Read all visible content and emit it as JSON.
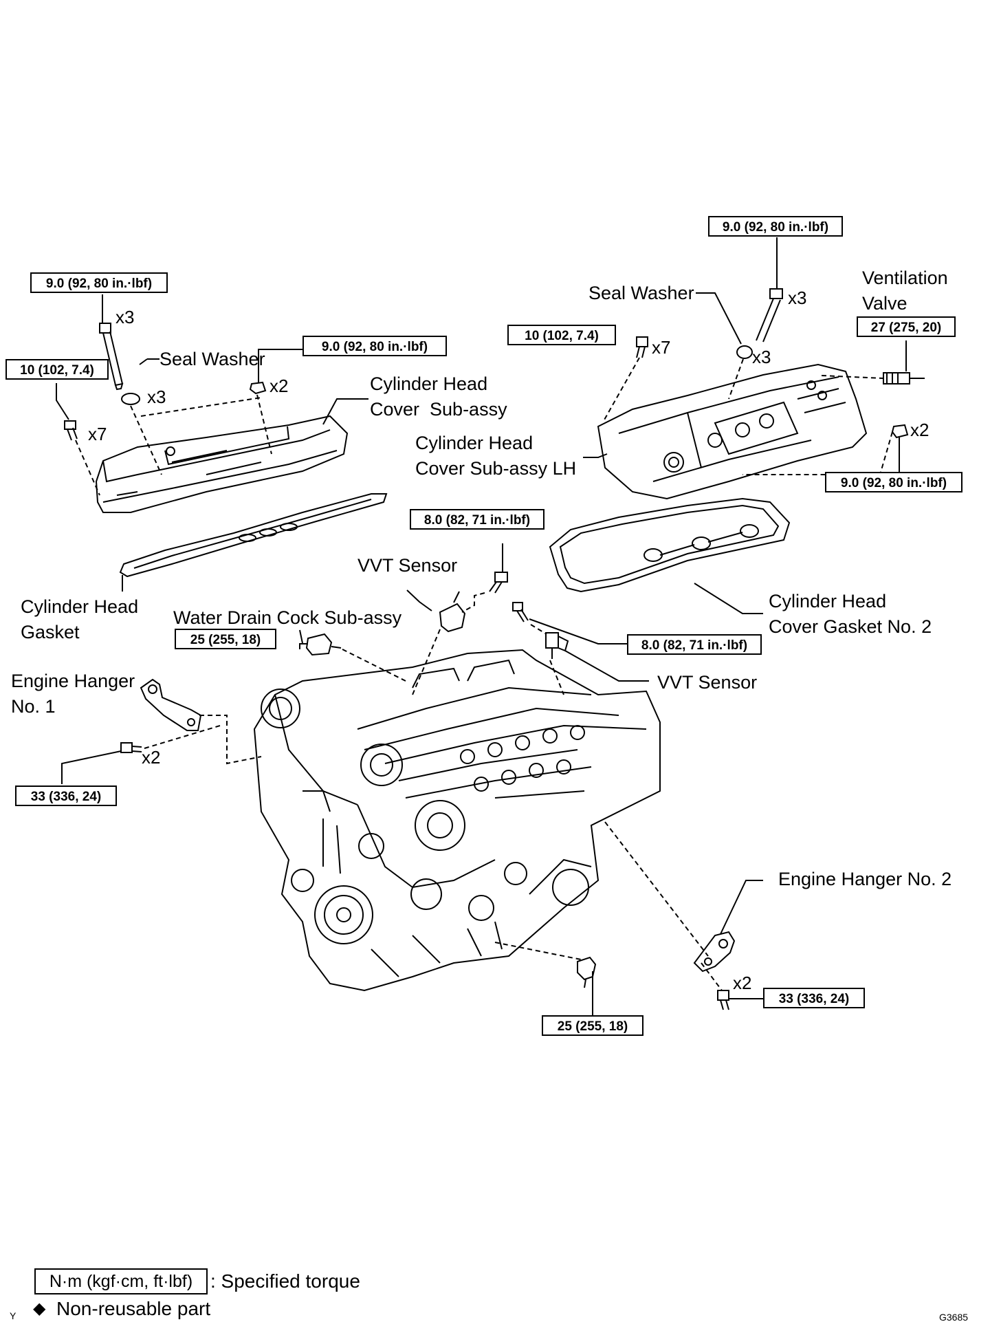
{
  "labels": {
    "seal_washer_left": "Seal Washer",
    "seal_washer_right": "Seal Washer",
    "cyl_head_cover": "Cylinder Head\nCover  Sub-assy",
    "cyl_head_cover_lh": "Cylinder Head\nCover Sub-assy LH",
    "ventilation_valve": "Ventilation\nValve",
    "cyl_head_gasket": "Cylinder Head\nGasket",
    "vvt_sensor_top": "VVT Sensor",
    "vvt_sensor_right": "VVT Sensor",
    "water_drain_cock": "Water Drain Cock Sub-assy",
    "engine_hanger_1": "Engine Hanger\nNo. 1",
    "engine_hanger_2": "Engine Hanger No. 2",
    "cyl_head_cover_gasket_2": "Cylinder Head\nCover Gasket No. 2"
  },
  "torques": {
    "t1": "9.0 (92, 80 in.·lbf)",
    "t2": "9.0 (92, 80 in.·lbf)",
    "t3": "10 (102, 7.4)",
    "t4": "9.0 (92, 80 in.·lbf)",
    "t5": "10 (102, 7.4)",
    "t6": "27 (275, 20)",
    "t7": "9.0 (92, 80 in.·lbf)",
    "t8": "8.0 (82, 71 in.·lbf)",
    "t9": "25 (255, 18)",
    "t10": "8.0 (82, 71 in.·lbf)",
    "t11": "33 (336, 24)",
    "t12": "33 (336, 24)",
    "t13": "25 (255, 18)"
  },
  "quantities": {
    "q1": "x3",
    "q2": "x3",
    "q3": "x2",
    "q4": "x7",
    "q5": "x3",
    "q6": "x3",
    "q7": "x7",
    "q8": "x2",
    "q9": "x2",
    "q10": "x2"
  },
  "legend": {
    "unit_box": "N·m (kgf·cm, ft·lbf)",
    "unit_desc": ": Specified torque",
    "diamond": "◆",
    "nonreusable": "Non-reusable part"
  },
  "figure_code": "G3685",
  "corner_mark": "Y"
}
